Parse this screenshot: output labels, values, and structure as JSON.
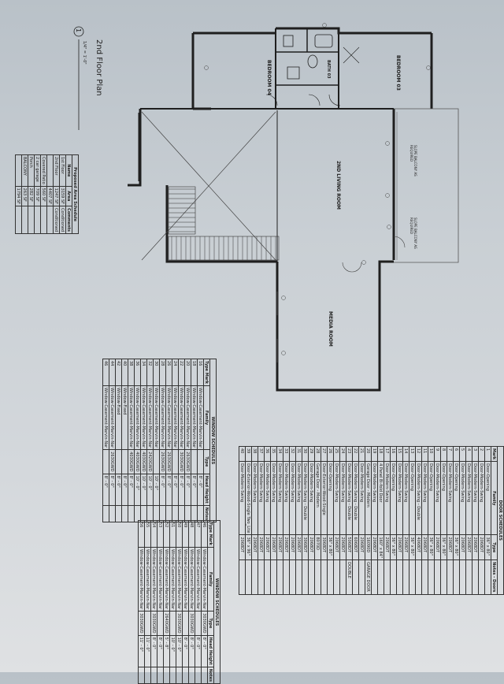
{
  "plan": {
    "number": "1",
    "title": "2nd Floor Plan",
    "scale": "1/4\" = 1'-0\"",
    "rooms": {
      "bedroom_03": "BEDROOM 03",
      "bedroom_04": "BEDROOM 04",
      "bath_03": "BATH 03",
      "living_room": "2ND LIVING ROOM",
      "media_room": "MEDIA ROOM"
    },
    "notes": {
      "balcony_1": "SLOPE BALCONY AS REQUIRED",
      "balcony_2": "SLOPE BALCONY AS REQUIRED"
    }
  },
  "area_schedule": {
    "title": "Proposed Area Schedule",
    "headers": [
      "Name",
      "Area",
      "Comments"
    ],
    "rows": [
      [
        "1st Floor",
        "3159 SF",
        "Conditioned"
      ],
      [
        "2nd Floor",
        "1247 SF",
        "Conditioned"
      ],
      [
        "",
        "4407 SF",
        ""
      ],
      [
        "Covered Patio",
        "560 SF",
        ""
      ],
      [
        "2 car garage",
        "709 SF",
        ""
      ],
      [
        "Porch",
        "282 SF",
        ""
      ],
      [
        "BALCONY",
        "263 SF",
        ""
      ],
      [
        "",
        "1794 SF",
        ""
      ]
    ]
  },
  "window_schedule_1": {
    "title": "WINDOW SCHEDULES",
    "headers": [
      "Type Mark",
      "Family",
      "Type",
      "Head Height",
      "Notes"
    ],
    "rows": [
      [
        "16",
        "Window-Casement-Marvin-Nar",
        "",
        "8' - 0\"",
        ""
      ],
      [
        "18",
        "Window-Casement-Marvin-Nar",
        "",
        "8' - 0\"",
        ""
      ],
      [
        "20",
        "Window-Casement-Marvin-Nar",
        "2630GWD",
        "8' - 0\"",
        ""
      ],
      [
        "22",
        "Window-Casement-Marvin-Nar",
        "3030GWD",
        "8' - 0\"",
        ""
      ],
      [
        "24",
        "Window-Casement-Marvin-Nar",
        "",
        "8' - 0\"",
        ""
      ],
      [
        "26",
        "Window-Casement-Marvin-Nar",
        "2630GWD",
        "8' - 0\"",
        ""
      ],
      [
        "28",
        "Window-Casement-Marvin-Nar",
        "2630GWD",
        "8' - 0\"",
        ""
      ],
      [
        "30",
        "Window-Casement-Marvin-Nar",
        "",
        "10' - 0\"",
        ""
      ],
      [
        "32",
        "Window-Casement-Marvin-Nar",
        "2420GWD",
        "10' - 0\"",
        ""
      ],
      [
        "34",
        "Window-Casement-Marvin-Nar",
        "4030GWD",
        "10' - 0\"",
        ""
      ],
      [
        "36",
        "Window-Casement-Marvin-Nar",
        "4030GWD",
        "10' - 0\"",
        ""
      ],
      [
        "38",
        "Window-Casement-Marvin-Nar",
        "4030GWD",
        "8' - 0\"",
        ""
      ],
      [
        "40",
        "Window-Fixed",
        "",
        "8' - 0\"",
        ""
      ],
      [
        "42",
        "Window-Fixed",
        "",
        "8' - 0\"",
        ""
      ],
      [
        "44",
        "Window-Casement-Marvin-Nar",
        "2630GWD",
        "8' - 0\"",
        ""
      ],
      [
        "46",
        "Window-Casement-Marvin-Nar",
        "",
        "8' - 0\"",
        ""
      ]
    ]
  },
  "window_schedule_2": {
    "title": "WINDOW SCHEDULES",
    "headers": [
      "Type Mark",
      "Family",
      "Type",
      "Head Height",
      "Notes"
    ],
    "rows": [
      [
        "46",
        "Window-Casement-Marvin-Nar",
        "3030GWD",
        "8' - 0\"",
        ""
      ],
      [
        "47",
        "Window-Casement-Marvin-Nar",
        "",
        "8' - 0\"",
        ""
      ],
      [
        "48",
        "Window-Casement-Marvin-Nar",
        "3030GWD",
        "8' - 0\"",
        ""
      ],
      [
        "49",
        "Window-Casement-Marvin-Nar",
        "",
        "8' - 0\"",
        ""
      ],
      [
        "50",
        "Window-Casement-Marvin-Nar",
        "3030GWD",
        "10' - 0\"",
        ""
      ],
      [
        "51",
        "Window-Casement-Marvin-Nar",
        "",
        "10' - 0\"",
        ""
      ],
      [
        "52",
        "Window-Casement-Marvin-Nar",
        "2640GWD",
        "5' - 8\"",
        ""
      ],
      [
        "53",
        "Window-Casement-Marvin-Nar",
        "",
        "8' - 0\"",
        ""
      ],
      [
        "54",
        "Window-Casement-Marvin-Nar",
        "3030GWD",
        "8' - 0\"",
        ""
      ],
      [
        "55",
        "Window-Casement-Marvin-Nar",
        "",
        "11' - 0\"",
        ""
      ],
      [
        "56",
        "Window-Casement-Marvin-Nar",
        "3030GWD",
        "11' - 0\"",
        ""
      ]
    ]
  },
  "door_schedule": {
    "title": "DOOR SCHEDULES",
    "headers": [
      "Mark",
      "Family",
      "Type",
      "Notes - Doors"
    ],
    "rows": [
      [
        "1",
        "Door-Opening",
        "36\" x 80\"",
        ""
      ],
      [
        "2",
        "Door-Modern-Swing",
        "2068DT",
        ""
      ],
      [
        "3",
        "Door-Modern-Swing",
        "2068DT",
        ""
      ],
      [
        "4",
        "Door-Modern-Swing",
        "2068DT",
        ""
      ],
      [
        "5",
        "Door-Modern-Swing",
        "2068DT",
        ""
      ],
      [
        "6",
        "Door-Opening",
        "36\" x 80\"",
        ""
      ],
      [
        "7",
        "Door-Modern-Swing",
        "2068DT",
        ""
      ],
      [
        "8",
        "Door-Opening",
        "36\" x 80\"",
        ""
      ],
      [
        "9",
        "Door-Modern-Swing",
        "2068DT",
        ""
      ],
      [
        "10",
        "Door-Opening",
        "36\" x 80\"",
        ""
      ],
      [
        "11",
        "Door-Modern-Swing",
        "2068DT",
        ""
      ],
      [
        "12",
        "Door-Modern-Swing - Double",
        "4068DT",
        ""
      ],
      [
        "13",
        "Door-Opening",
        "36\" x 80\"",
        ""
      ],
      [
        "14",
        "Door-Modern-Swing",
        "2068DT",
        ""
      ],
      [
        "15",
        "Door-Modern-Swing",
        "2068DT",
        ""
      ],
      [
        "16",
        "Door-Opening",
        "36\" x 80\"",
        ""
      ],
      [
        "17",
        "Door-Modern-Swing",
        "2068DT",
        ""
      ],
      [
        "18",
        "4 Panel Bi-fold Door",
        "160\" x 84\"",
        ""
      ],
      [
        "19",
        "Door-Modern-Swing",
        "2068DT",
        ""
      ],
      [
        "20",
        "Garage Door - Modern",
        "16090D",
        "GARAGE DOOR"
      ],
      [
        "21",
        "Door-Modern-Swing",
        "2068DT",
        ""
      ],
      [
        "22",
        "Door-Modern-Swing - Double",
        "6068DT",
        ""
      ],
      [
        "23",
        "Door-Modern-Swing - Double",
        "5068DT",
        "DOUBLE"
      ],
      [
        "24",
        "Door-Modern-Swing",
        "2068DT",
        ""
      ],
      [
        "25",
        "Door-Modern-Swing",
        "2068DT",
        ""
      ],
      [
        "26",
        "Door-Opening",
        "36\" x 80\"",
        ""
      ],
      [
        "27",
        "Door-Exterior-Wood-Single",
        "3068DT",
        ""
      ],
      [
        "28",
        "Garage Door - Modern",
        "8070D",
        ""
      ],
      [
        "29",
        "Door-Modern-Swing",
        "2068DT",
        ""
      ],
      [
        "30",
        "Door-Modern-Swing - Double",
        "3068DT",
        ""
      ],
      [
        "31",
        "Door-Modern-Swing",
        "2068DT",
        ""
      ],
      [
        "32",
        "Door-Modern-Swing",
        "2068DT",
        ""
      ],
      [
        "33",
        "Door-Modern-Swing",
        "2068DT",
        ""
      ],
      [
        "34",
        "Door-Modern-Swing",
        "2068DT",
        ""
      ],
      [
        "35",
        "Door-Modern-Swing",
        "2068DT",
        ""
      ],
      [
        "36",
        "Door-Modern-Swing",
        "2068DT",
        ""
      ],
      [
        "37",
        "Door-Modern-Swing",
        "2068DT",
        ""
      ],
      [
        "38",
        "Door-Modern-Swing",
        "2068DT",
        ""
      ],
      [
        "39",
        "Door-Exterior-Wood-Single Two_Lite",
        "36\" x 96\"",
        ""
      ],
      [
        "40",
        "Door-Modern-Swing",
        "2068DT",
        ""
      ]
    ]
  },
  "colors": {
    "wall": "#1f1f1f",
    "line": "#555555",
    "paper": "#d4d8dc"
  }
}
